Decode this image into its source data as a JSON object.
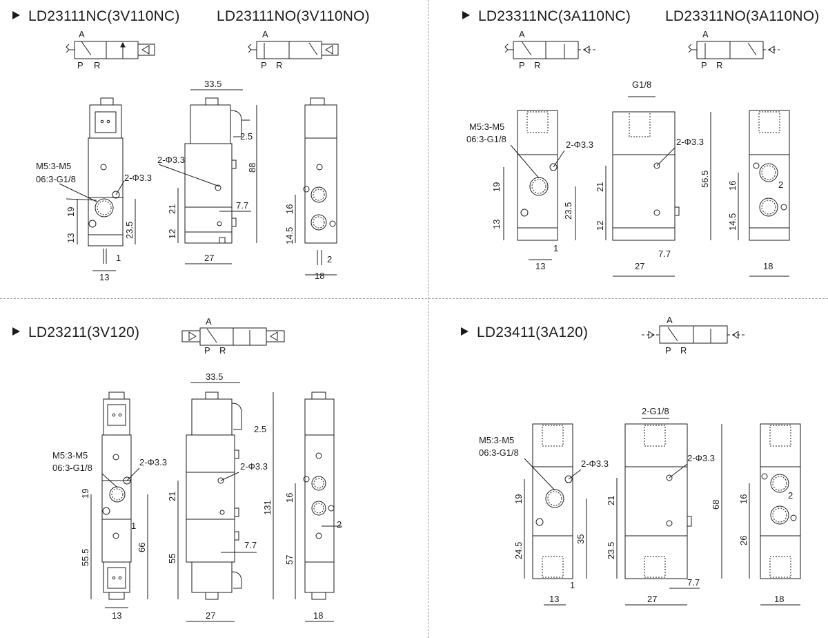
{
  "q1": {
    "title_a": "LD23111NC(3V110NC)",
    "title_b": "LD23111NO(3V110NO)",
    "port_a": "A",
    "port_p": "P",
    "port_r": "R",
    "thread_1": "M5:3-M5",
    "thread_2": "06:3-G1/8",
    "hole": "2-Φ3.3",
    "hole_side": "2-Φ3.3",
    "d_19": "19",
    "d_13": "13",
    "d_23_5": "23.5",
    "d_1": "1",
    "d_13b": "13",
    "d_33_5": "33.5",
    "d_2_5": "2.5",
    "d_88": "88",
    "d_21": "21",
    "d_7_7": "7.7",
    "d_12": "12",
    "d_27": "27",
    "d_16": "16",
    "d_14_5": "14.5",
    "d_2": "2",
    "d_18": "18"
  },
  "q2": {
    "title_a": "LD23311NC(3A110NC)",
    "title_b": "LD23311NO(3A110NO)",
    "port_a": "A",
    "port_p": "P",
    "port_r": "R",
    "thread_1": "M5:3-M5",
    "thread_2": "06:3-G1/8",
    "hole": "2-Φ3.3",
    "hole_side": "2-Φ3.3",
    "g18": "G1/8",
    "d_19": "19",
    "d_13": "13",
    "d_23_5": "23.5",
    "d_1": "1",
    "d_13b": "13",
    "d_21": "21",
    "d_12": "12",
    "d_56_5": "56.5",
    "d_7_7": "7.7",
    "d_27": "27",
    "d_16": "16",
    "d_14_5": "14.5",
    "d_2": "2",
    "d_18": "18"
  },
  "q3": {
    "title": "LD23211(3V120)",
    "port_a": "A",
    "port_p": "P",
    "port_r": "R",
    "thread_1": "M5:3-M5",
    "thread_2": "06:3-G1/8",
    "hole": "2-Φ3.3",
    "hole_side": "2-Φ3.3",
    "d_19": "19",
    "d_1": "1",
    "d_55_5": "55.5",
    "d_66": "66",
    "d_13": "13",
    "d_33_5": "33.5",
    "d_2_5": "2.5",
    "d_21": "21",
    "d_131": "131",
    "d_7_7": "7.7",
    "d_55": "55",
    "d_27": "27",
    "d_16": "16",
    "d_2": "2",
    "d_57": "57",
    "d_18": "18"
  },
  "q4": {
    "title": "LD23411(3A120)",
    "port_a": "A",
    "port_p": "P",
    "port_r": "R",
    "thread_1": "M5:3-M5",
    "thread_2": "06:3-G1/8",
    "hole": "2-Φ3.3",
    "hole_side": "2-Φ3.3",
    "g18": "2-G1/8",
    "d_19": "19",
    "d_24_5": "24.5",
    "d_35": "35",
    "d_1": "1",
    "d_13": "13",
    "d_21": "21",
    "d_23_5": "23.5",
    "d_68": "68",
    "d_7_7": "7.7",
    "d_27": "27",
    "d_16": "16",
    "d_2": "2",
    "d_26": "26",
    "d_18": "18"
  },
  "colors": {
    "line": "#1a1a1a",
    "divider": "#999999"
  }
}
